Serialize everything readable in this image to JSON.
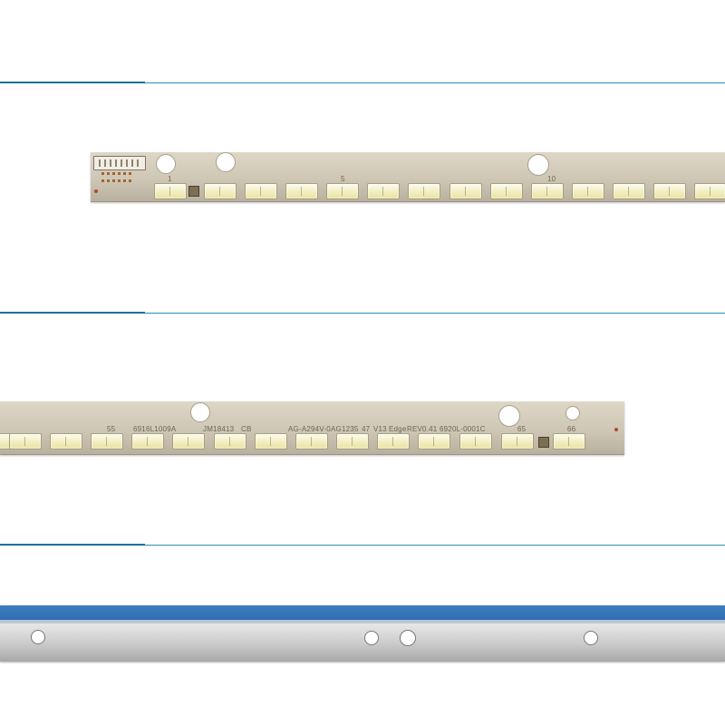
{
  "strip_top": {
    "led_numbers": [
      "1",
      "5",
      "10"
    ]
  },
  "strip_middle": {
    "labels": [
      "55",
      "6916L1009A",
      "JM18413",
      "CB",
      "AG-A2",
      "94V-0",
      "AG1235",
      "47",
      "V13",
      "Edge",
      "REV0.41",
      "6920L-0001C",
      "65",
      "66"
    ]
  },
  "colors": {
    "rule_line": "#2f8ab5",
    "rule_accent": "#1d6f9a",
    "board": "#d3cbb9",
    "led_phosphor": "#f4f1c8",
    "back_tape": "#3d7fc2",
    "aluminium": "#d8d8d8"
  }
}
